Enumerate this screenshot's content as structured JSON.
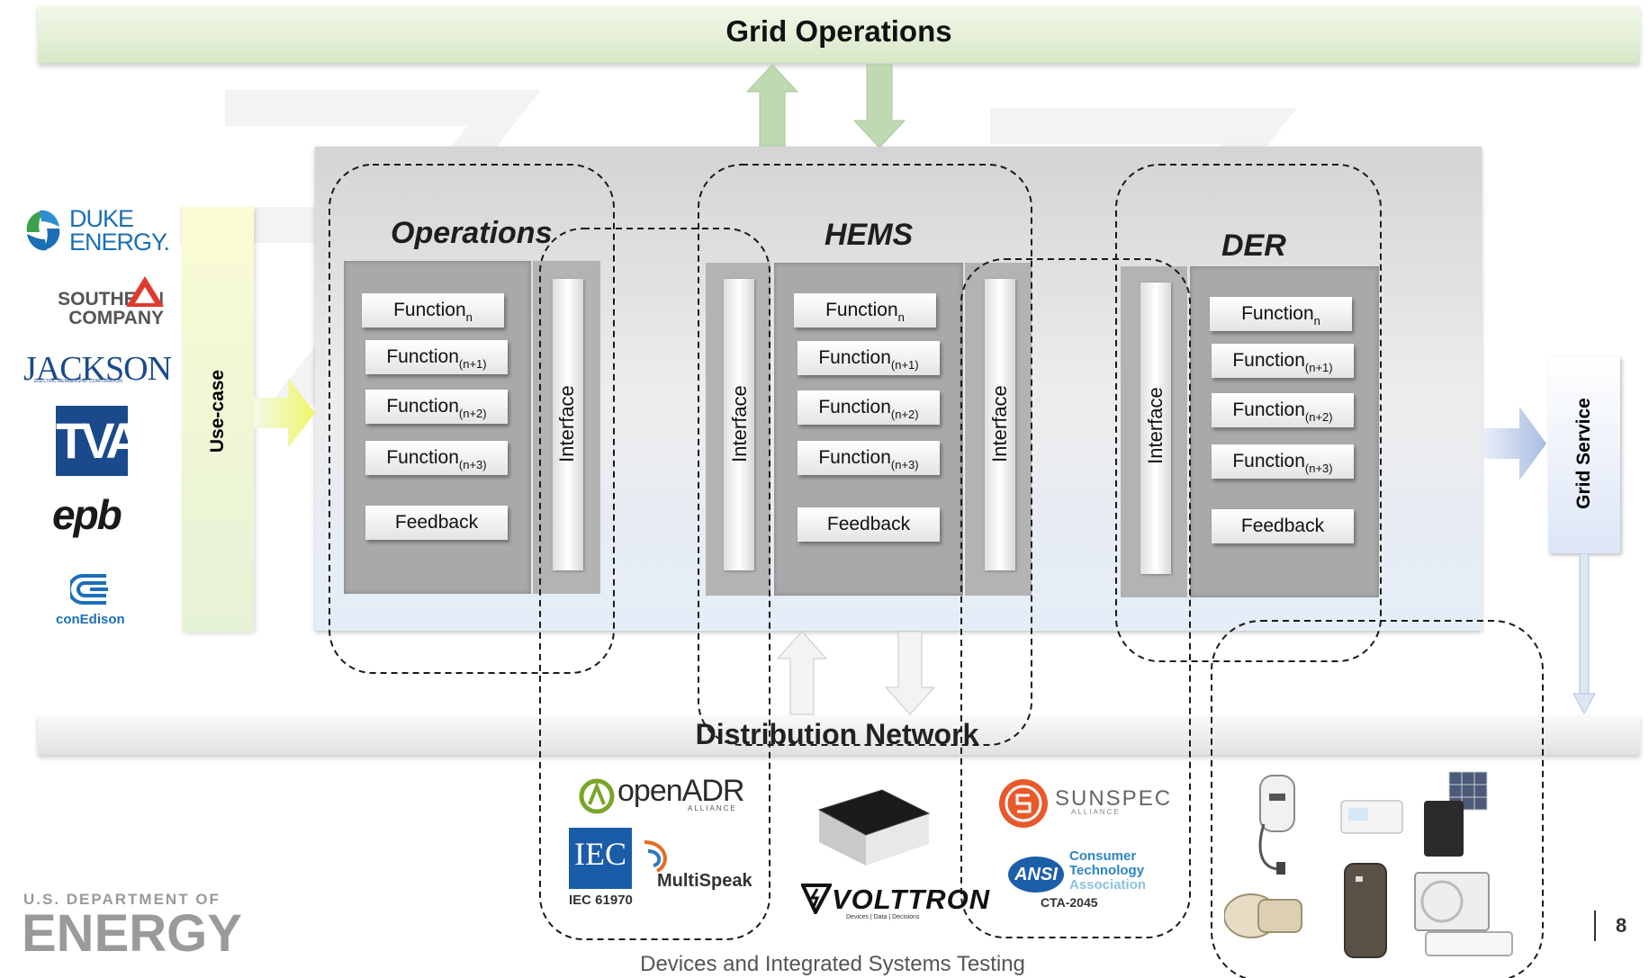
{
  "grid_operations": "Grid Operations",
  "use_case": "Use-case",
  "grid_service": "Grid Service",
  "distribution_network": "Distribution Network",
  "utilities": [
    "DUKE ENERGY.",
    "SOUTHERN COMPANY",
    "JACKSON",
    "TVA",
    "epb",
    "conEdison"
  ],
  "utility_detail": {
    "duke_top": "DUKE",
    "duke_bottom": "ENERGY.",
    "southern_top": "SOUTHERN",
    "southern_bottom": "COMPANY",
    "jackson_sub": "ELECTRIC MEMBERSHIP CORPORATION"
  },
  "sections": [
    {
      "title": "Operations",
      "functions": [
        "Function",
        "Function",
        "Function",
        "Function"
      ],
      "subs": [
        "n",
        "(n+1)",
        "(n+2)",
        "(n+3)"
      ],
      "feedback": "Feedback"
    },
    {
      "title": "HEMS",
      "functions": [
        "Function",
        "Function",
        "Function",
        "Function"
      ],
      "subs": [
        "n",
        "(n+1)",
        "(n+2)",
        "(n+3)"
      ],
      "feedback": "Feedback"
    },
    {
      "title": "DER",
      "functions": [
        "Function",
        "Function",
        "Function",
        "Function"
      ],
      "subs": [
        "n",
        "(n+1)",
        "(n+2)",
        "(n+3)"
      ],
      "feedback": "Feedback"
    }
  ],
  "interface_label": "Interface",
  "standards": {
    "openadr": "openADR",
    "openadr_sub": "ALLIANCE",
    "iec": "IEC",
    "iec_number": "IEC 61970",
    "multispeak": "MultiSpeak",
    "volttron": "VOLTTRON",
    "volttron_tagline": "Devices | Data | Decisions",
    "sunspec": "SUNSPEC",
    "sunspec_sub": "ALLIANCE",
    "ansi": "ANSI",
    "cta_line1": "Consumer",
    "cta_line2": "Technology",
    "cta_line3": "Association",
    "cta_number": "CTA-2045"
  },
  "doe_line1": "U.S. DEPARTMENT OF",
  "doe_line2": "ENERGY",
  "caption": "Devices and Integrated Systems Testing",
  "page_number": "8",
  "colors": {
    "grid_bar": "#d9e8c8",
    "arrow_green": "#bcd8b0",
    "duke_blue": "#1a6fb5",
    "southern_red": "#e03a2f",
    "tva_blue": "#1a4a8c",
    "coned_blue": "#1c6fb8",
    "sunspec_orange": "#e8592b"
  }
}
